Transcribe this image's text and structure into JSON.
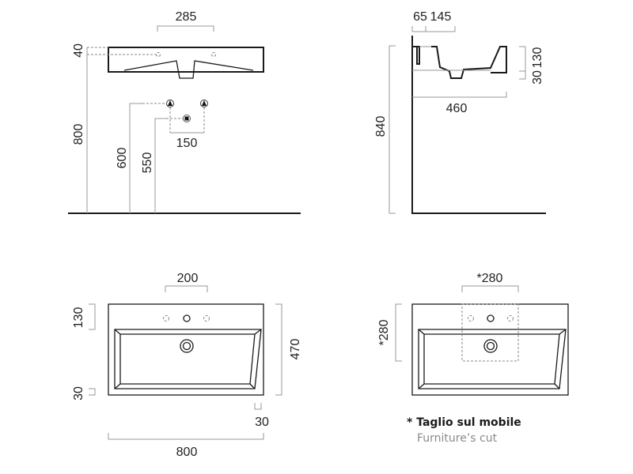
{
  "front_view": {
    "dim_width_holes": "285",
    "dim_rim": "40",
    "dim_height": "800",
    "dim_supply": "600",
    "dim_waste": "550",
    "dim_supply_spacing": "150"
  },
  "side_view": {
    "dim_wall_offset": "65",
    "dim_hole_depth": "145",
    "dim_depth": "460",
    "dim_height": "840",
    "dim_bowl": "130",
    "dim_base": "30"
  },
  "top_view": {
    "dim_holes": "200",
    "dim_back": "130",
    "dim_depth": "470",
    "dim_front": "30",
    "dim_side": "30",
    "dim_width": "800"
  },
  "cut_view": {
    "dim_cut_width": "*280",
    "dim_cut_depth": "*280"
  },
  "note": {
    "title": "* Taglio sul mobile",
    "subtitle": "Furniture’s cut"
  },
  "colors": {
    "line": "#1a1a1a",
    "dimension": "#999999",
    "subtitle": "#8a8a8a"
  }
}
